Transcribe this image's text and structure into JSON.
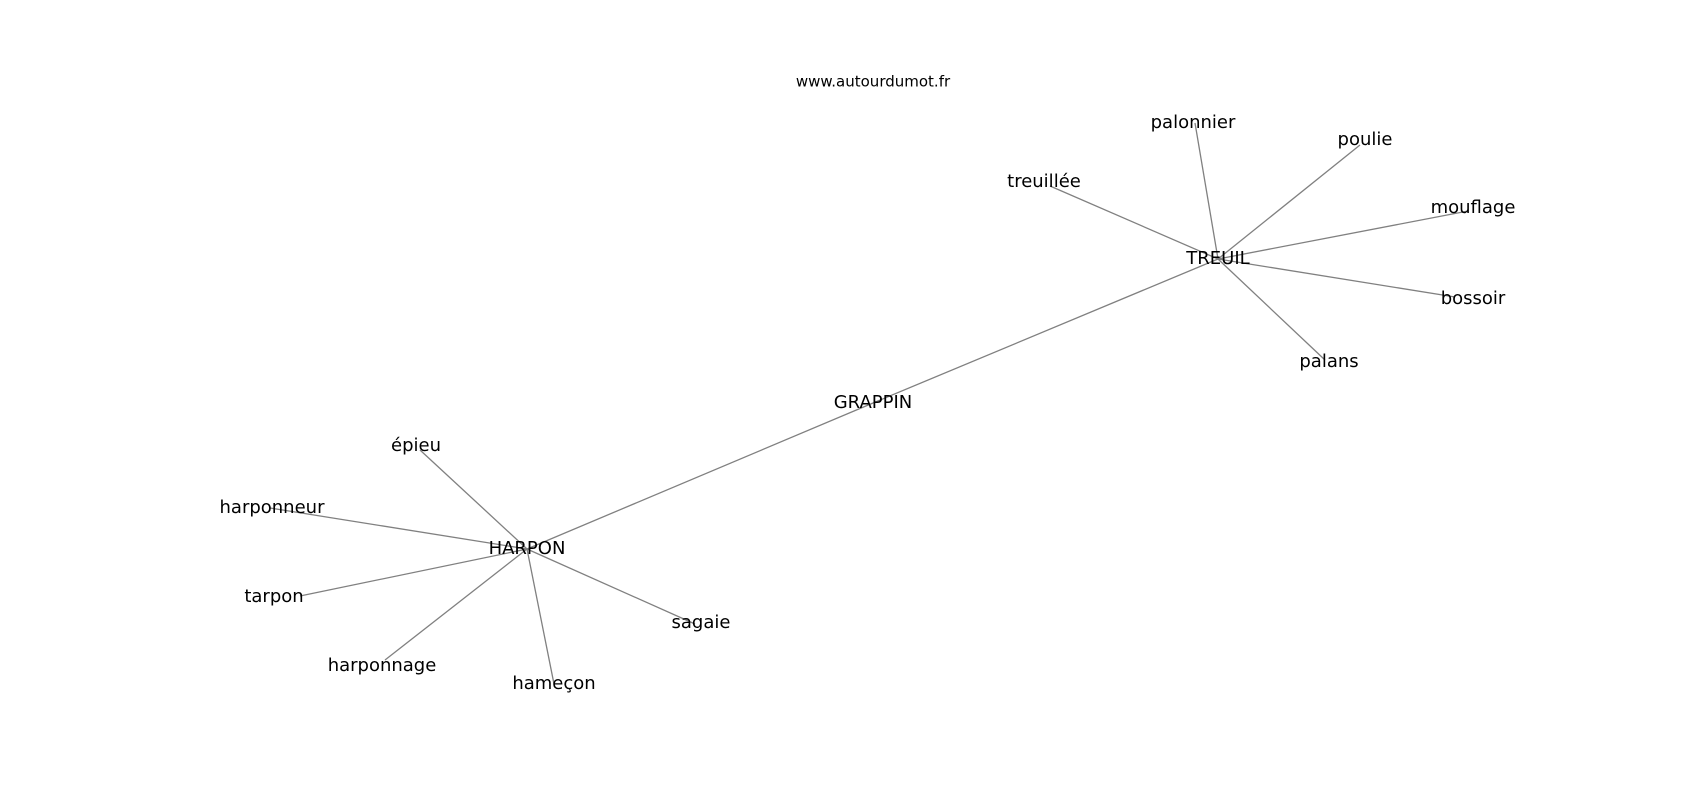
{
  "header": {
    "website": "www.autourdumot.fr"
  },
  "graph": {
    "nodes": [
      {
        "id": "grappin",
        "label": "GRAPPIN"
      },
      {
        "id": "treuil",
        "label": "TREUIL"
      },
      {
        "id": "harpon",
        "label": "HARPON"
      },
      {
        "id": "palonnier",
        "label": "palonnier"
      },
      {
        "id": "poulie",
        "label": "poulie"
      },
      {
        "id": "treuillee",
        "label": "treuillée"
      },
      {
        "id": "mouflage",
        "label": "mouflage"
      },
      {
        "id": "bossoir",
        "label": "bossoir"
      },
      {
        "id": "palans",
        "label": "palans"
      },
      {
        "id": "epieu",
        "label": "épieu"
      },
      {
        "id": "harponneur",
        "label": "harponneur"
      },
      {
        "id": "tarpon",
        "label": "tarpon"
      },
      {
        "id": "harponnage",
        "label": "harponnage"
      },
      {
        "id": "hamecon",
        "label": "hameçon"
      },
      {
        "id": "sagaie",
        "label": "sagaie"
      }
    ],
    "edges": [
      {
        "from": "grappin",
        "to": "treuil"
      },
      {
        "from": "grappin",
        "to": "harpon"
      },
      {
        "from": "treuil",
        "to": "palonnier"
      },
      {
        "from": "treuil",
        "to": "poulie"
      },
      {
        "from": "treuil",
        "to": "treuillee"
      },
      {
        "from": "treuil",
        "to": "mouflage"
      },
      {
        "from": "treuil",
        "to": "bossoir"
      },
      {
        "from": "treuil",
        "to": "palans"
      },
      {
        "from": "harpon",
        "to": "epieu"
      },
      {
        "from": "harpon",
        "to": "harponneur"
      },
      {
        "from": "harpon",
        "to": "tarpon"
      },
      {
        "from": "harpon",
        "to": "harponnage"
      },
      {
        "from": "harpon",
        "to": "hamecon"
      },
      {
        "from": "harpon",
        "to": "sagaie"
      }
    ]
  }
}
